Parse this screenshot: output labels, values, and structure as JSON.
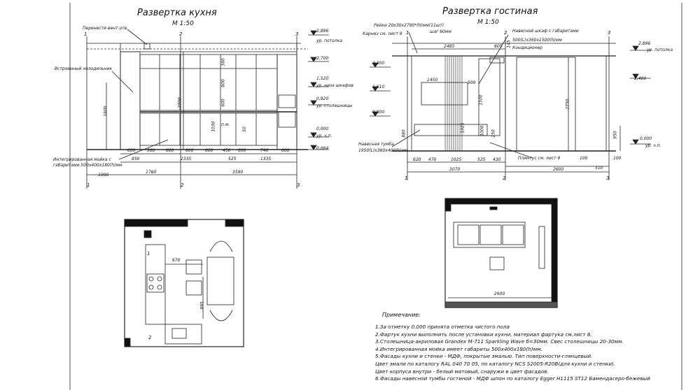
{
  "kitchen": {
    "title": "Развертка кухня",
    "scale": "М 1:50",
    "labels": {
      "vent": "Перенести вент.отв",
      "fridge": "Встроенный холодильник",
      "sink": "Интегрированная мойка с",
      "sink2": "габаритами 500х400х180(h)мм",
      "pm": "п.м."
    },
    "levels": [
      {
        "value": "2,896",
        "text": "ур. потолка"
      },
      {
        "value": "2,700",
        "text": ""
      },
      {
        "value": "1,520",
        "text": "ур. низа шкафов"
      },
      {
        "value": "0,920",
        "text": "ур. столешницы"
      },
      {
        "value": "0,000",
        "text": "ур. ч.п."
      },
      {
        "value": "0,064",
        "text": ""
      }
    ],
    "dims_top": [
      "600",
      "560",
      "600",
      "600",
      "600",
      "450",
      "600",
      "740",
      "600"
    ],
    "dims_mid": [
      "850",
      "2335",
      "525",
      "1335"
    ],
    "dims_bottom": [
      "1000",
      "1760",
      "3590"
    ],
    "dims_vertical": [
      "1800",
      "2700",
      "380",
      "800",
      "600",
      "1030",
      "50"
    ],
    "axes": [
      "1",
      "2",
      "3"
    ]
  },
  "living": {
    "title": "Развертка гостиная",
    "scale": "М 1:50",
    "labels": {
      "rails": "Рейки 20х30х2790*(h)мм(11шт)",
      "rails2": "шаг 60мм",
      "cornice": "Карниз см. лист 9",
      "cabinet": "Навесной шкаф с габаритами",
      "cabinet2": "500(L)х360х1500(h)мм",
      "ac": "Кондиционер",
      "tumba": "Навесная тумба",
      "tumba2": "1950(L)х360х400(h)мм",
      "plinth": "Плинтус см. лист 9"
    },
    "levels": [
      {
        "value": "2,300",
        "text": ""
      },
      {
        "value": "1,610",
        "text": ""
      },
      {
        "value": "0,800",
        "text": ""
      },
      {
        "value": "2,896",
        "text": "ур. потолка"
      },
      {
        "value": "2,400",
        "text": ""
      },
      {
        "value": "0,000",
        "text": "ур. ч.п."
      }
    ],
    "dims_top": [
      "2485",
      "605"
    ],
    "dims_inner": [
      "1450",
      "500",
      "1500",
      "1325",
      "1000",
      "250",
      "880",
      "2750",
      "950",
      "145"
    ],
    "dims_bottom": [
      "620",
      "470",
      "1025",
      "525",
      "430",
      "2600",
      "100",
      "3070",
      "510",
      "100"
    ],
    "axes": [
      "1",
      "2",
      "3"
    ]
  },
  "plan_kitchen": {
    "dims": [
      "670",
      "895"
    ],
    "axes": [
      "1",
      "2"
    ]
  },
  "plan_living": {
    "dims": [
      "2600"
    ]
  },
  "notes": {
    "heading": "Примечание:",
    "lines": [
      "1.За отметку 0.000 принята отметка чистого пола",
      "2.Фартук кухни выполнить после установки кухни, материал фартука см.лист 8.",
      "3.Столешница-акриловая Grandex M-711 Sparkling Wave б=30мм. Свес столешницы 20-30мм.",
      "4.Интегрированная мойка имеет габариты 500х400х180(h)мм.",
      "5.Фасады кухни и стенки - МДФ, покрытые эмалью. Тип поверхности-глянцевый.",
      "Цвет эмали по каталогу RAL 040 70 05, по каталогу NCS S2005-R20B(для кухни и стенки).",
      "Цвет корпуса внутри - белый матовый, снаружи в цвет фасадов.",
      "6.Фасады навесной тумбы гостиной - МДФ шпон по каталогу Egger H1115 ST12 Бамендасеро-бежевый"
    ]
  }
}
